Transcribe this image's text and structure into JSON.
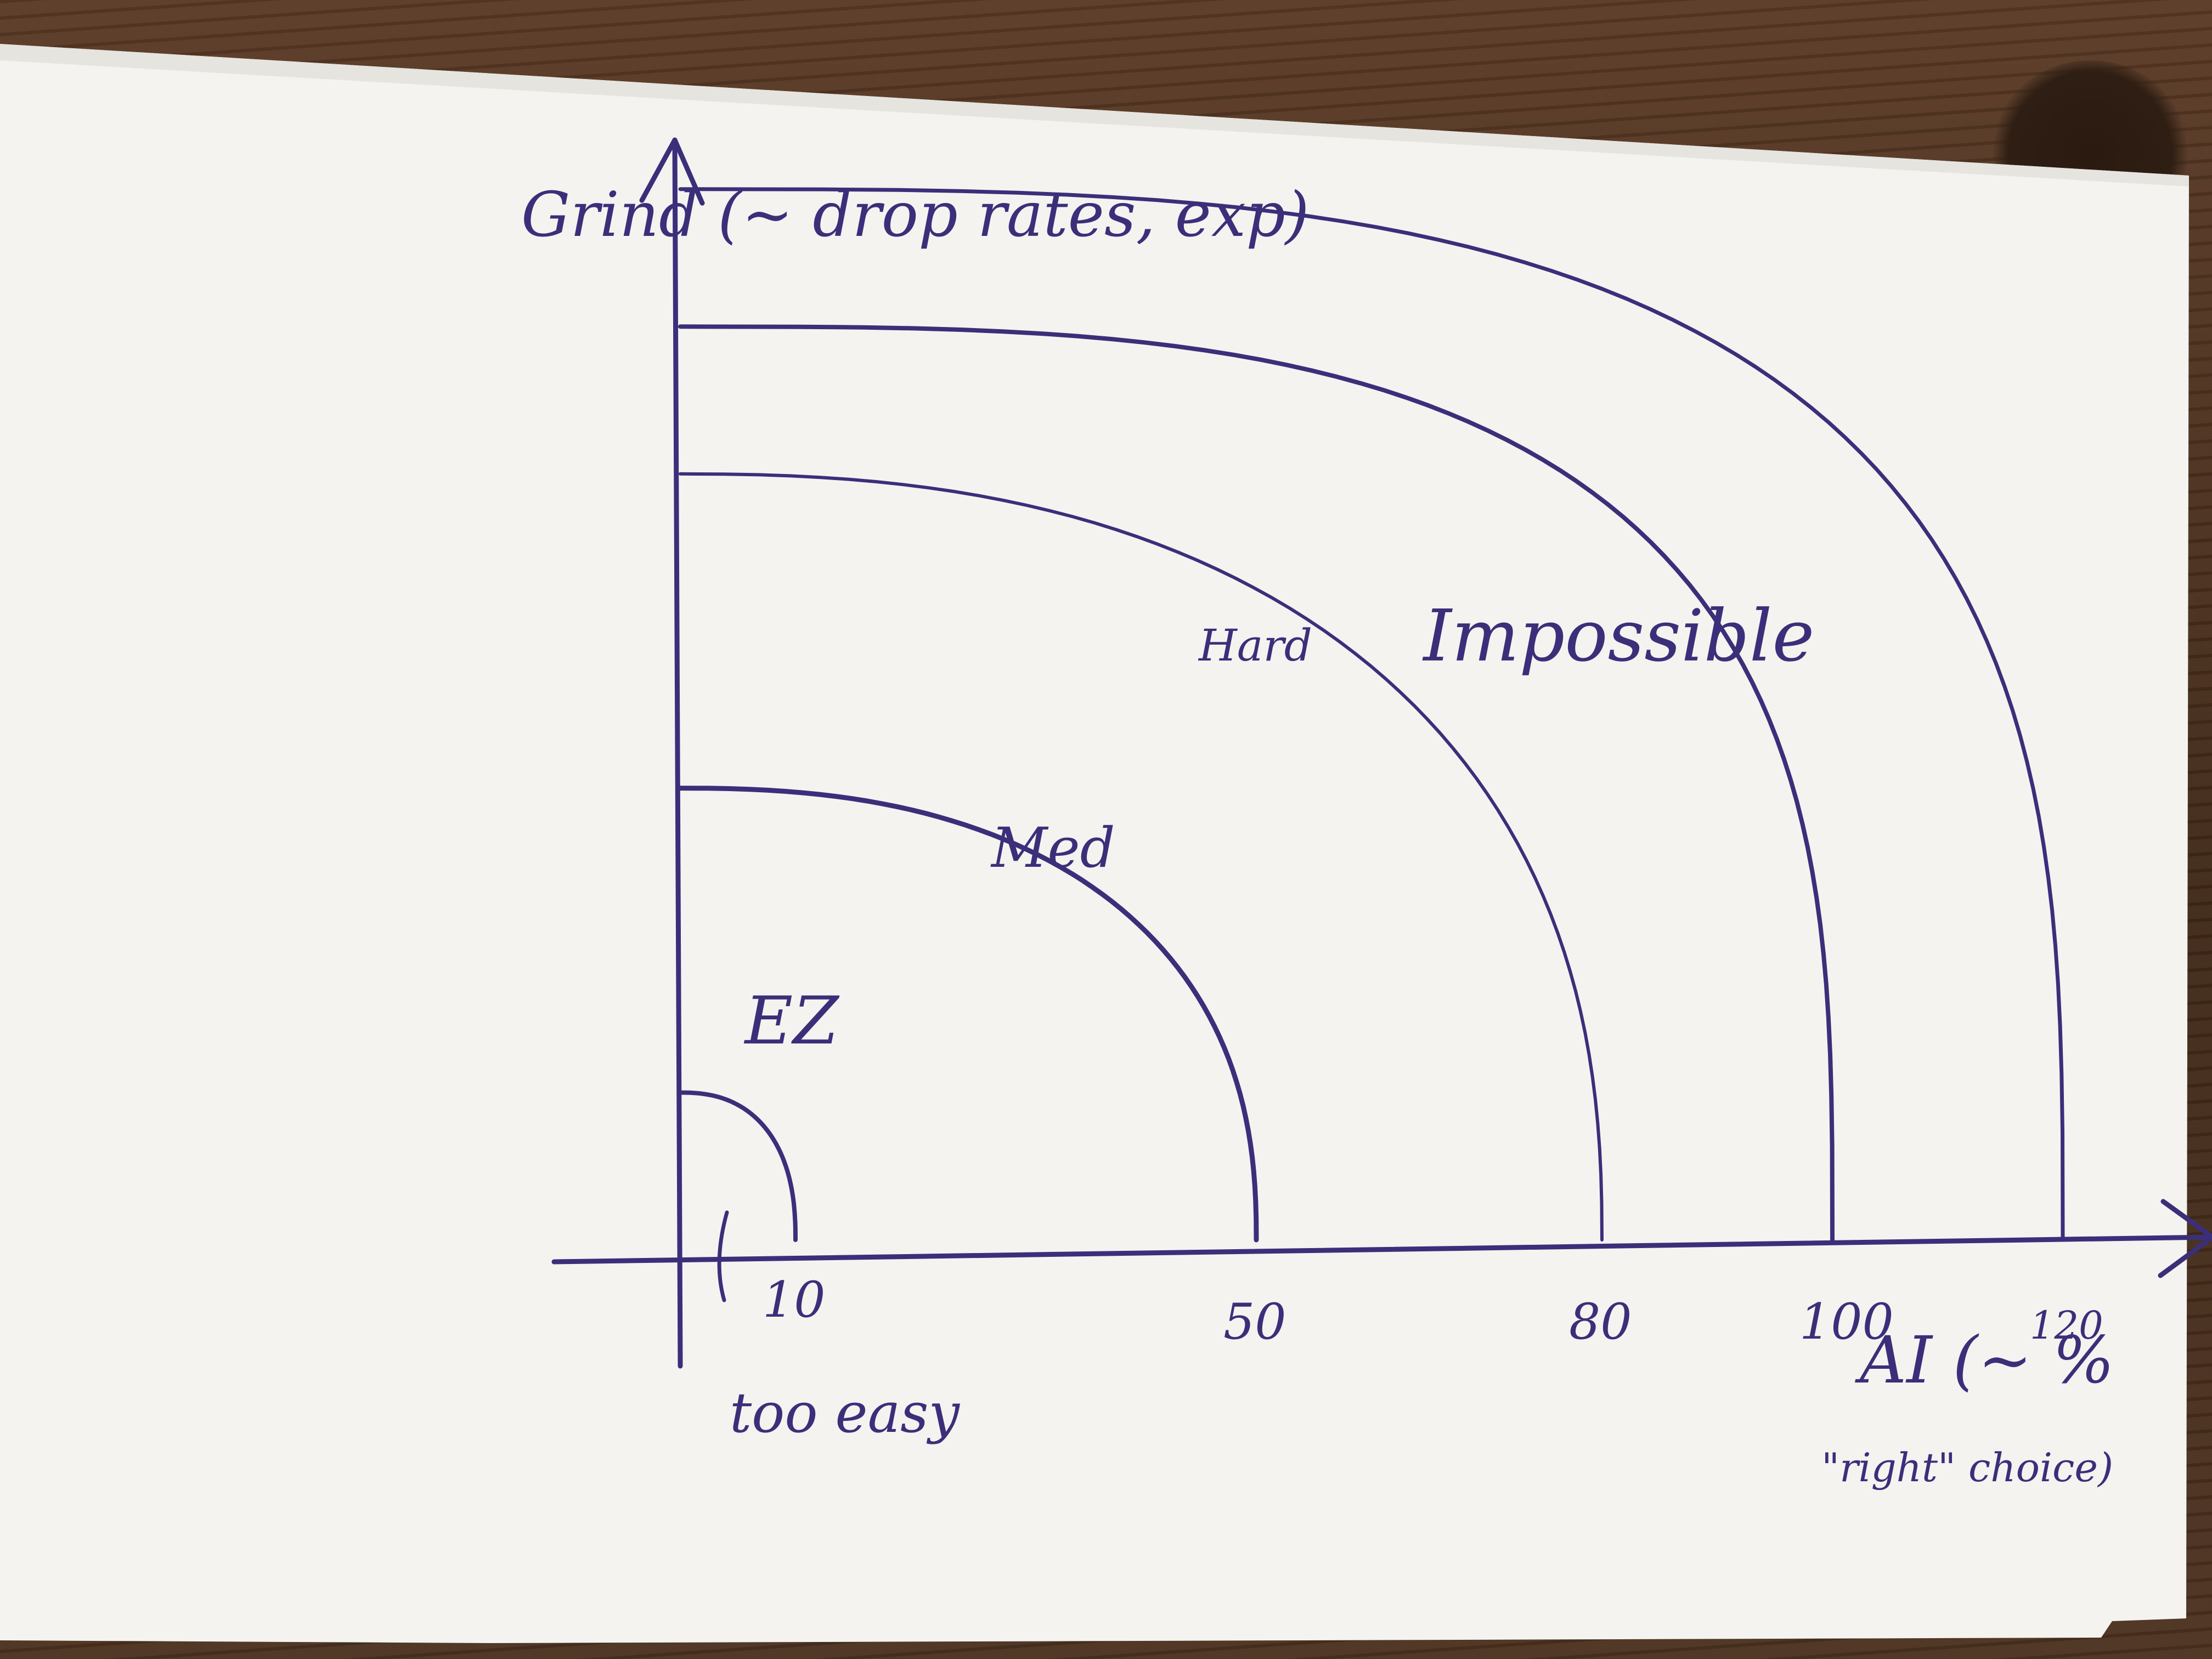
{
  "chart_data": {
    "type": "line",
    "ylabel": "Grind (~ drop rates, exp)",
    "xlabel": "AI (~ %",
    "xlabel_note": "\"right\" choice)",
    "xlim": [
      0,
      130
    ],
    "ylim": [
      0,
      100
    ],
    "x_ticks": [
      10,
      50,
      80,
      100,
      120
    ],
    "x_annotation": "too easy",
    "grid": false,
    "legend": "none",
    "ink_color": "#3b2f7a",
    "series": [
      {
        "name": "EZ",
        "y_intercept": 15,
        "x_intercept": 10
      },
      {
        "name": "Med",
        "y_intercept": 46,
        "x_intercept": 50
      },
      {
        "name": "Hard",
        "y_intercept": 78,
        "x_intercept": 80
      },
      {
        "name": "",
        "y_intercept": 93,
        "x_intercept": 100
      },
      {
        "name": "Impossible",
        "y_intercept": 107,
        "x_intercept": 120
      }
    ]
  }
}
